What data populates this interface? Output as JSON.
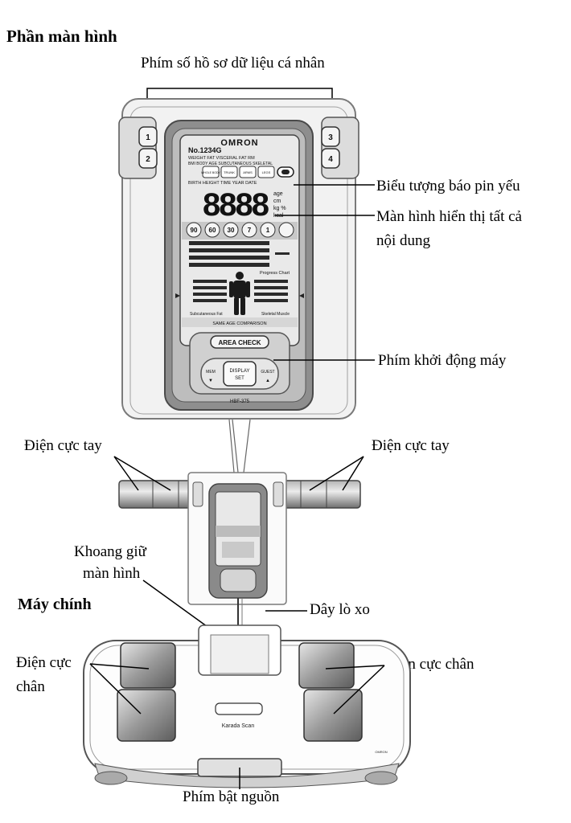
{
  "headings": {
    "screen_section": "Phần màn hình",
    "main_unit": "Máy chính"
  },
  "callouts": {
    "profile_keys": "Phím số hồ sơ  dữ liệu cá nhân",
    "low_battery": "Biểu tượng báo pin yếu",
    "display_line1": "Màn hình hiển thị tất cả",
    "display_line2": "nội dung",
    "start_key": "Phím khởi động máy",
    "hand_electrode_left": "Điện cực tay",
    "hand_electrode_right": "Điện cực tay",
    "display_holder_line1": "Khoang giữ",
    "display_holder_line2": "màn hình",
    "spring_cable": "Dây lò xo",
    "foot_electrode_left_line1": "Điện cực",
    "foot_electrode_left_line2": "chân",
    "foot_electrode_right": "Điện cực chân",
    "power_key": "Phím bật nguồn"
  },
  "device": {
    "brand": "OMRON",
    "profile_buttons": [
      "1",
      "2",
      "3",
      "4"
    ],
    "lcd": {
      "id_line": "No.1234G",
      "row1": "WEIGHT FAT VISCERAL FAT RM",
      "row2": "BMI BODY AGE SUBCUTANEOUS SKELETAL",
      "modes": [
        "WHOLE BODY",
        "TRUNK",
        "ARMS",
        "LEGS"
      ],
      "row3": "BIRTH HEIGHT TIME YEAR DATE",
      "digits": "8888",
      "units": [
        "age",
        "cm",
        "kg %",
        "kcal"
      ],
      "periods": [
        "90",
        "60",
        "30",
        "7",
        "1"
      ],
      "progress_label": "Progress Chart",
      "subcutaneous_label": "Subcutaneous Fat",
      "skeletal_label": "Skeletal Muscle",
      "comparison_label": "SAME AGE COMPARISON"
    },
    "area_check": "AREA CHECK",
    "mem_key": "MEM",
    "display_set_line1": "DISPLAY",
    "display_set_line2": "SET",
    "guest_key": "GUEST",
    "model": "HBF-375",
    "scale_brand": "Karada Scan",
    "scale_maker": "OMRON"
  }
}
